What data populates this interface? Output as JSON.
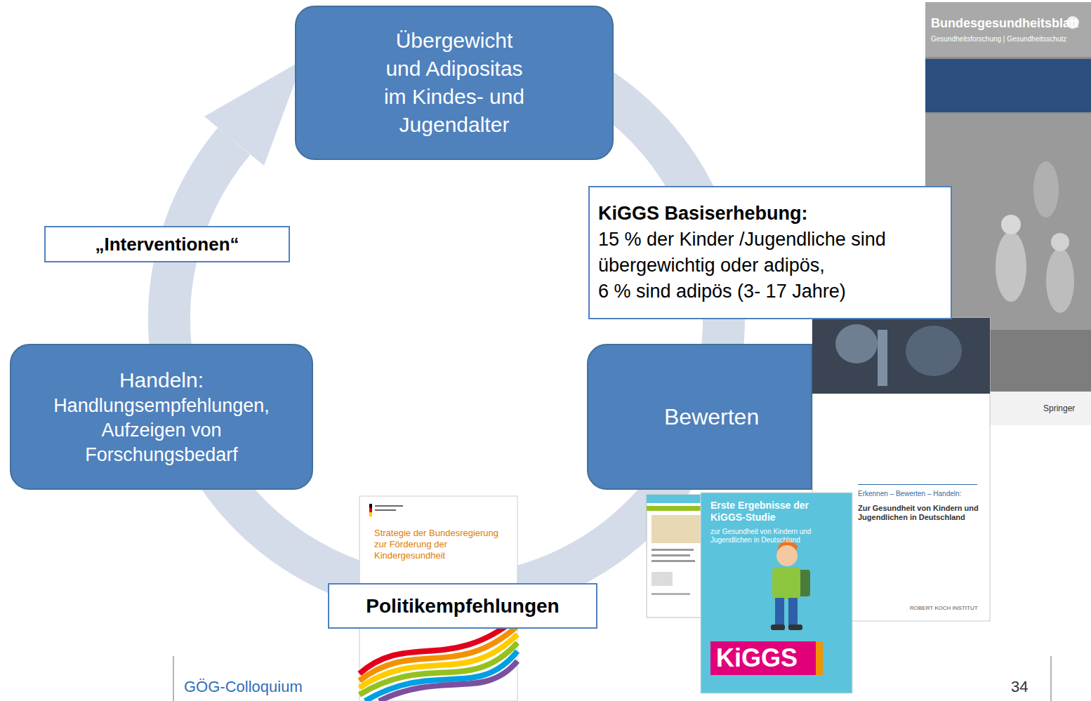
{
  "diagram": {
    "nodes": [
      {
        "text": [
          "Übergewicht und Adipositas im Kindes- und Jugendalter"
        ]
      },
      {
        "text": [
          "KiGGS Basiserhebung:",
          "15 % der Kinder /Jugendliche sind übergewichtig oder adipös,",
          "6 % sind adipös (3- 17 Jahre)"
        ]
      },
      {
        "text": [
          "„Interventionen“"
        ]
      },
      {
        "text": [
          "Handeln:",
          "Handlungsempfehlungen, Aufzeigen von Forschungsbedarf"
        ]
      },
      {
        "text": [
          "Bewerten"
        ]
      },
      {
        "text": [
          "Politikempfehlungen"
        ]
      }
    ],
    "labels": [
      "Bundesgesundheitsblatt",
      "Gesundheitsforschung | Gesundheitsschutz",
      "Erkennen – Bewerten – Handeln:",
      "Zur Gesundheit von Kindern und Jugendlichen in Deutschland",
      "Springer",
      "Erste Ergebnisse der KiGGS-Studie",
      "zur Gesundheit von Kindern und Jugendlichen in Deutschland",
      "Strategie der Bundesregierung zur Förderung der Kindergesundheit",
      "ROBERT KOCH INSTITUT",
      "KiGGS",
      "GÖG-Colloquium",
      "34"
    ]
  }
}
